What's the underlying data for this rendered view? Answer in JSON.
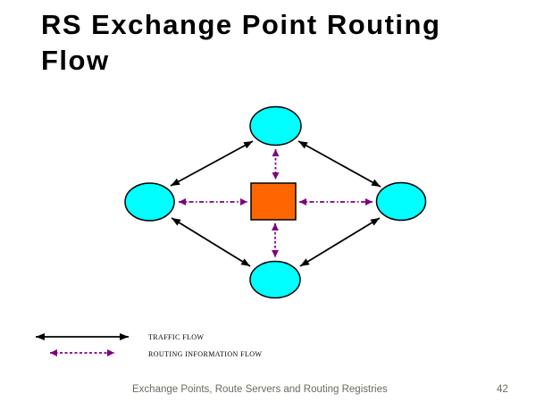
{
  "slide": {
    "title": "RS Exchange Point Routing Flow",
    "footer": "Exchange Points, Route Servers and Routing Registries",
    "page_number": "42"
  },
  "legend": {
    "items": [
      {
        "label": "TRAFFIC FLOW",
        "line_style": "solid",
        "color": "#000000"
      },
      {
        "label": "ROUTING INFORMATION FLOW",
        "line_style": "dotted",
        "color": "#800080"
      }
    ]
  },
  "diagram": {
    "nodes": [
      {
        "id": "peer-top",
        "shape": "ellipse",
        "fill": "#00FFFF"
      },
      {
        "id": "peer-left",
        "shape": "ellipse",
        "fill": "#00FFFF"
      },
      {
        "id": "peer-right",
        "shape": "ellipse",
        "fill": "#00FFFF"
      },
      {
        "id": "peer-bottom",
        "shape": "ellipse",
        "fill": "#00FFFF"
      },
      {
        "id": "route-server",
        "shape": "rectangle",
        "fill": "#FF6600"
      }
    ],
    "edges": [
      {
        "from": "peer-left",
        "to": "peer-top",
        "type": "traffic-flow",
        "bidirectional": true
      },
      {
        "from": "peer-top",
        "to": "peer-right",
        "type": "traffic-flow",
        "bidirectional": true
      },
      {
        "from": "peer-left",
        "to": "peer-bottom",
        "type": "traffic-flow",
        "bidirectional": true
      },
      {
        "from": "peer-bottom",
        "to": "peer-right",
        "type": "traffic-flow",
        "bidirectional": true
      },
      {
        "from": "route-server",
        "to": "peer-top",
        "type": "routing-information-flow",
        "bidirectional": true
      },
      {
        "from": "route-server",
        "to": "peer-bottom",
        "type": "routing-information-flow",
        "bidirectional": true
      },
      {
        "from": "route-server",
        "to": "peer-left",
        "type": "routing-information-flow",
        "bidirectional": true
      },
      {
        "from": "route-server",
        "to": "peer-right",
        "type": "routing-information-flow",
        "bidirectional": true
      }
    ]
  },
  "colors": {
    "node_fill": "#00FFFF",
    "route_server_fill": "#FF6600",
    "traffic_flow": "#000000",
    "routing_info_flow": "#800080",
    "footer_text": "#6B6B60",
    "title_text": "#000000"
  }
}
